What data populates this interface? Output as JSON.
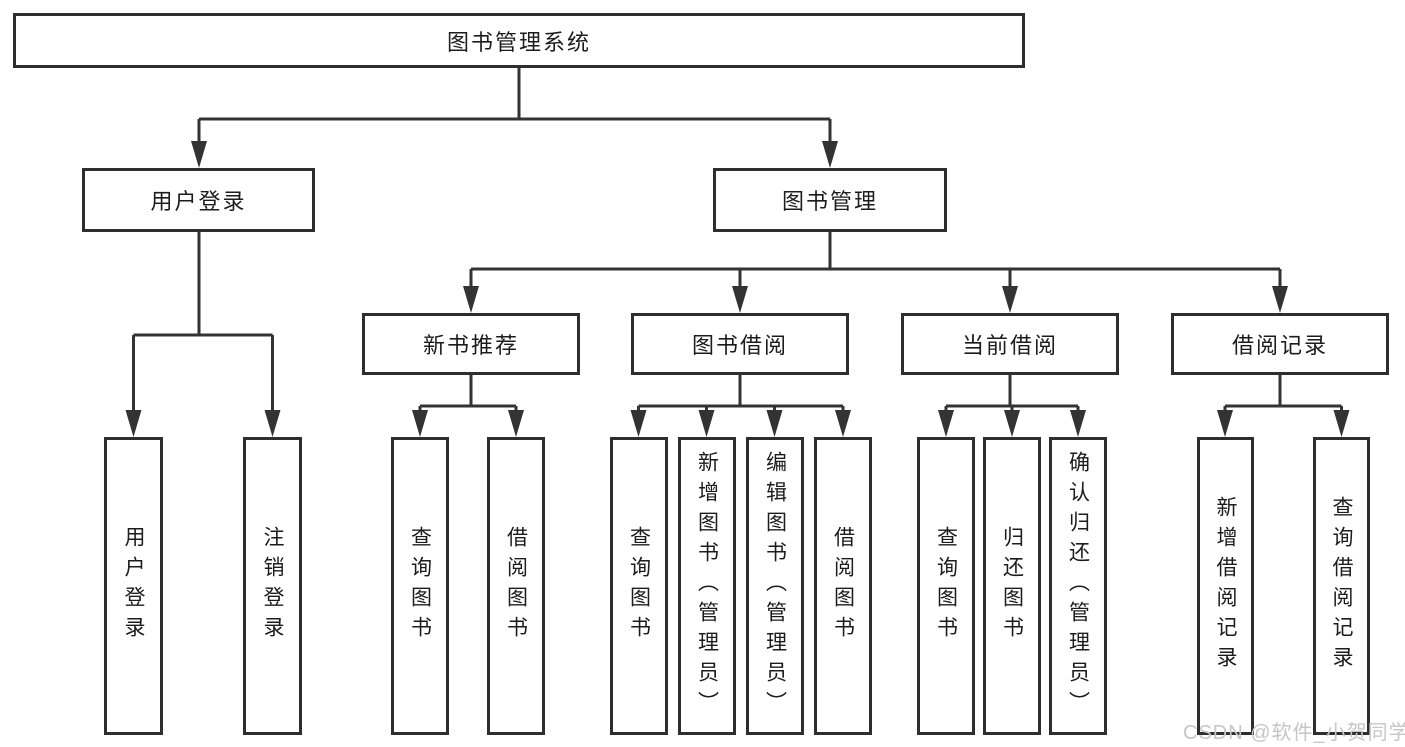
{
  "tree": {
    "label": "图书管理系统",
    "children": [
      {
        "label": "用户登录",
        "children": [
          {
            "label": "用户登录"
          },
          {
            "label": "注销登录"
          }
        ]
      },
      {
        "label": "图书管理",
        "children": [
          {
            "label": "新书推荐",
            "children": [
              {
                "label": "查询图书"
              },
              {
                "label": "借阅图书"
              }
            ]
          },
          {
            "label": "图书借阅",
            "children": [
              {
                "label": "查询图书"
              },
              {
                "label": "新增图书（管理员）"
              },
              {
                "label": "编辑图书（管理员）"
              },
              {
                "label": "借阅图书"
              }
            ]
          },
          {
            "label": "当前借阅",
            "children": [
              {
                "label": "查询图书"
              },
              {
                "label": "归还图书"
              },
              {
                "label": "确认归还（管理员）"
              }
            ]
          },
          {
            "label": "借阅记录",
            "children": [
              {
                "label": "新增借阅记录"
              },
              {
                "label": "查询借阅记录"
              }
            ]
          }
        ]
      }
    ]
  },
  "watermark": "CSDN @软件_小贺同学",
  "colors": {
    "line": "#333333",
    "box_border": "#2e2e2e",
    "text": "#1c1c1c",
    "watermark": "#c6c6c6",
    "background": "#ffffff"
  }
}
